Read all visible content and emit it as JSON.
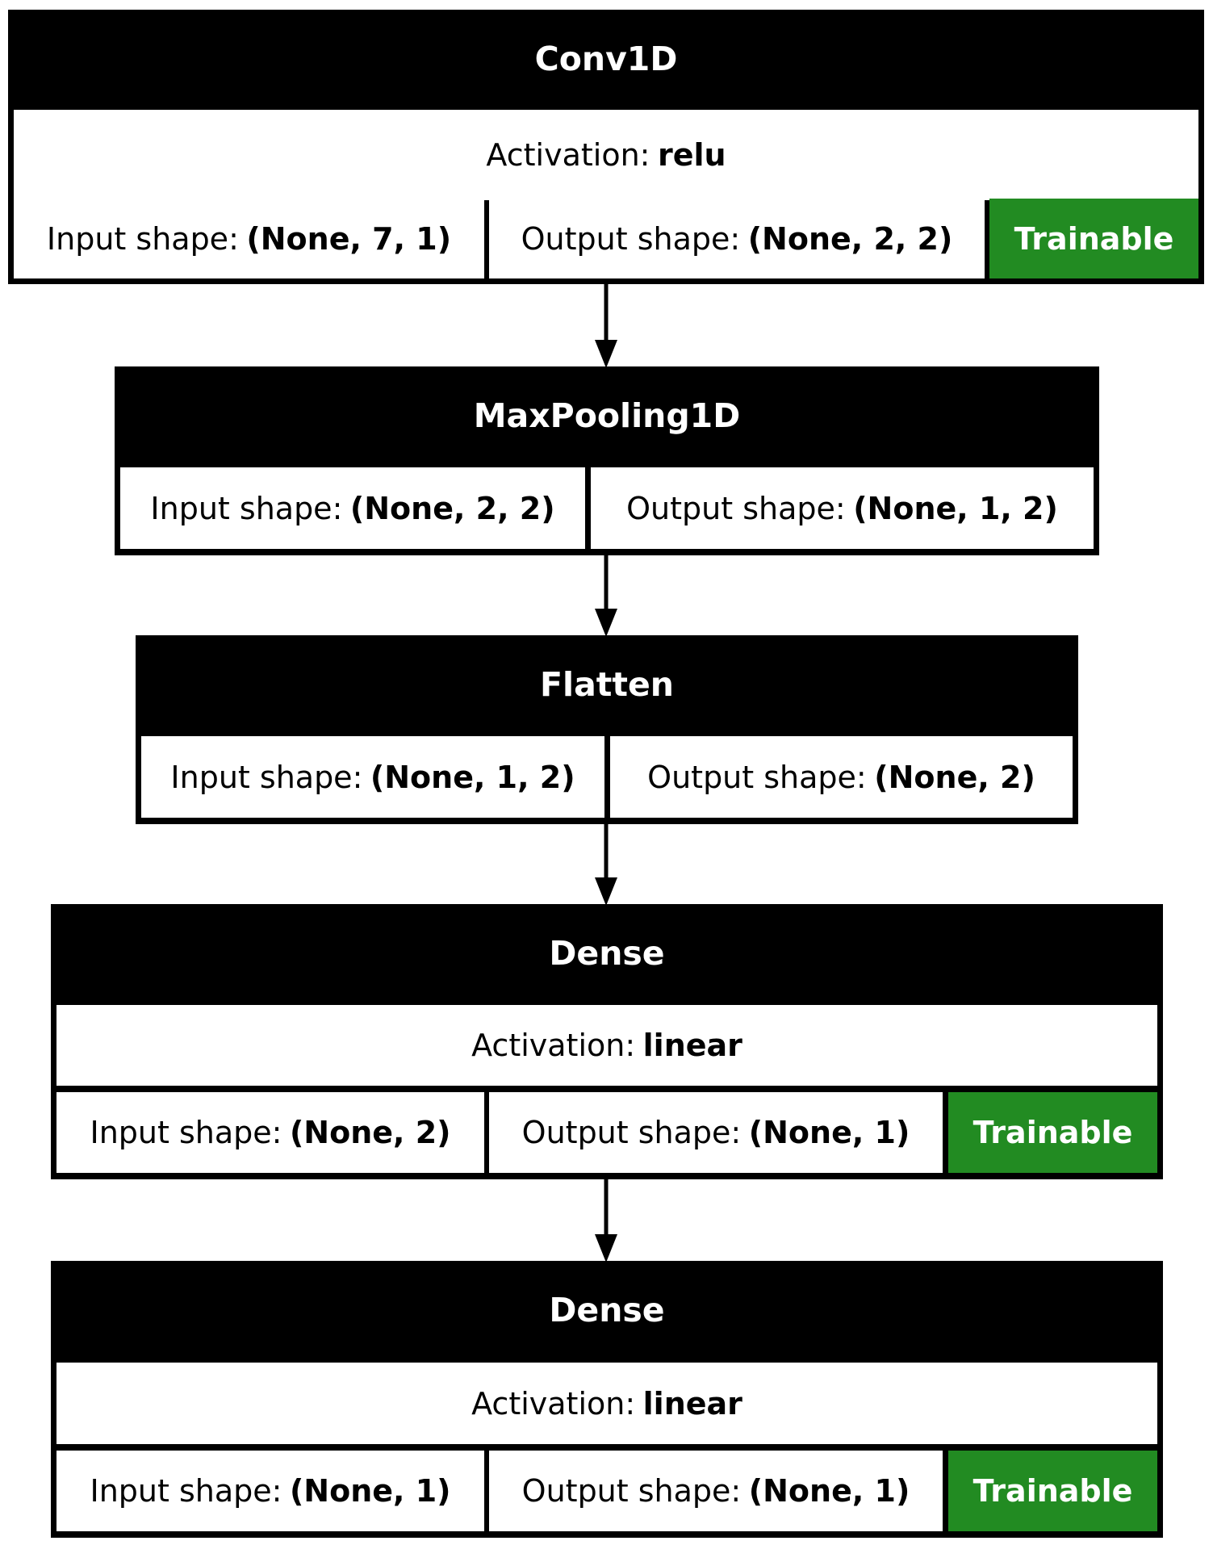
{
  "colors": {
    "header": "#000000",
    "trainable": "#228b22"
  },
  "layers": [
    {
      "name": "Conv1D",
      "activation_label": "Activation:",
      "activation": "relu",
      "input_label": "Input shape:",
      "input": "(None, 7, 1)",
      "output_label": "Output shape:",
      "output": "(None, 2, 2)",
      "trainable": "Trainable"
    },
    {
      "name": "MaxPooling1D",
      "input_label": "Input shape:",
      "input": "(None, 2, 2)",
      "output_label": "Output shape:",
      "output": "(None, 1, 2)"
    },
    {
      "name": "Flatten",
      "input_label": "Input shape:",
      "input": "(None, 1, 2)",
      "output_label": "Output shape:",
      "output": "(None, 2)"
    },
    {
      "name": "Dense",
      "activation_label": "Activation:",
      "activation": "linear",
      "input_label": "Input shape:",
      "input": "(None, 2)",
      "output_label": "Output shape:",
      "output": "(None, 1)",
      "trainable": "Trainable"
    },
    {
      "name": "Dense",
      "activation_label": "Activation:",
      "activation": "linear",
      "input_label": "Input shape:",
      "input": "(None, 1)",
      "output_label": "Output shape:",
      "output": "(None, 1)",
      "trainable": "Trainable"
    }
  ]
}
